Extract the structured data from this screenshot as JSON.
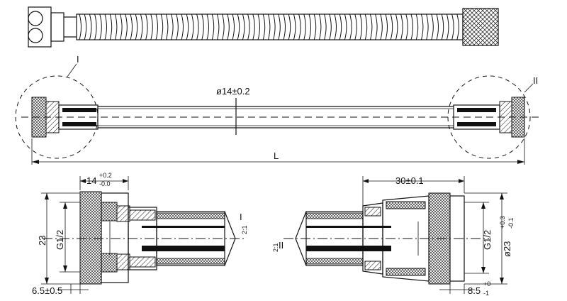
{
  "labels": {
    "detail_i": "I",
    "detail_ii": "II",
    "diameter_hose": "ø14±0.2",
    "length": "L",
    "dim_14": "14",
    "dim_14_tol_upper": "+0.2",
    "dim_14_tol_lower": "-0.0",
    "dim_23": "23",
    "dim_g12_left": "G1/2",
    "dim_65": "6.5±0.5",
    "scale_left_top": "I",
    "scale_left_bottom": "2:1",
    "scale_right_top": "II",
    "scale_right_bottom": "2:1",
    "dim_30": "30±0.1",
    "dim_g12_right": "G1/2",
    "dim_23_right": "ø23",
    "dim_23_tol_upper": "+0.3",
    "dim_23_tol_lower": "-0.1",
    "dim_85": "8.5",
    "dim_85_tol_upper": "+0",
    "dim_85_tol_lower": "-1"
  }
}
